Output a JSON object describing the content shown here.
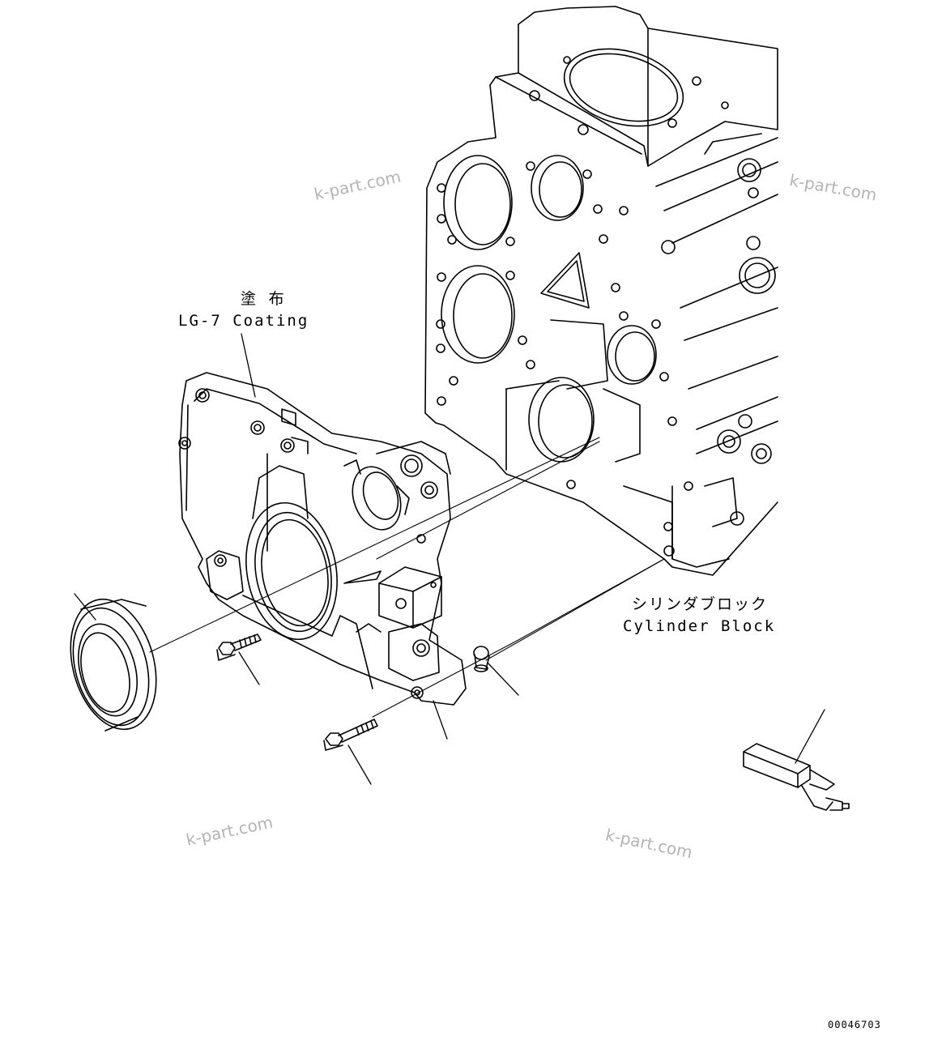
{
  "labels": {
    "coating_jp": "塗 布",
    "coating_en": "LG-7 Coating",
    "block_jp": "シリンダブロック",
    "block_en": "Cylinder Block"
  },
  "watermark": "k-part.com",
  "drawing_code": "00046703",
  "colors": {
    "line": "#000000",
    "watermark": "#b4b4b4"
  }
}
